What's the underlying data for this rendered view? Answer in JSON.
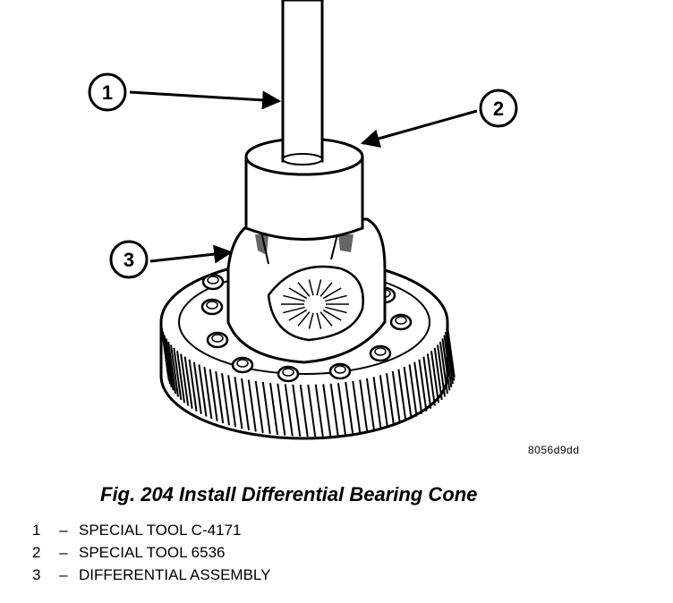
{
  "figure": {
    "code": "8056d9dd",
    "callouts": [
      "1",
      "2",
      "3"
    ]
  },
  "caption": "Fig. 204 Install Differential Bearing Cone",
  "legend": [
    {
      "num": "1",
      "sep": "–",
      "text": "SPECIAL TOOL C-4171"
    },
    {
      "num": "2",
      "sep": "–",
      "text": "SPECIAL TOOL 6536"
    },
    {
      "num": "3",
      "sep": "–",
      "text": "DIFFERENTIAL ASSEMBLY"
    }
  ]
}
